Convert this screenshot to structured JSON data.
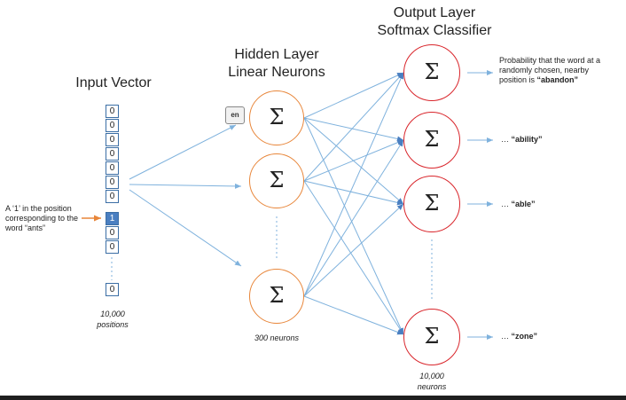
{
  "titles": {
    "input": "Input Vector",
    "hidden_line1": "Hidden Layer",
    "hidden_line2": "Linear Neurons",
    "output_line1": "Output Layer",
    "output_line2": "Softmax Classifier"
  },
  "input_vector": {
    "cells": [
      "0",
      "0",
      "0",
      "0",
      "0",
      "0",
      "0",
      "1",
      "0",
      "0"
    ],
    "last_cell": "0",
    "hot_index": 7,
    "count_line1": "10,000",
    "count_line2": "positions",
    "annotation_line1": "A ‘1’ in the position",
    "annotation_line2": "corresponding to the",
    "annotation_line3": "word “ants”"
  },
  "hidden": {
    "symbol": "Σ",
    "count_label": "300 neurons"
  },
  "output": {
    "symbol": "Σ",
    "count_line1": "10,000",
    "count_line2": "neurons",
    "prob_line1": "Probability that the word at a",
    "prob_line2": "randomly chosen, nearby",
    "prob_line3_prefix": "position is ",
    "prob_word": "“abandon”",
    "labels": [
      {
        "prefix": "… ",
        "word": "“ability”"
      },
      {
        "prefix": "… ",
        "word": "“able”"
      },
      {
        "prefix": "… ",
        "word": "“zone”"
      }
    ]
  },
  "colors": {
    "hidden_border": "#e8863a",
    "output_border": "#d9262c",
    "arrow": "#7fb2dd",
    "cell_border": "#3b6ea5",
    "hot_cell": "#4a7fc1",
    "pointer_arrow": "#e8863a"
  },
  "logo_text": "en"
}
